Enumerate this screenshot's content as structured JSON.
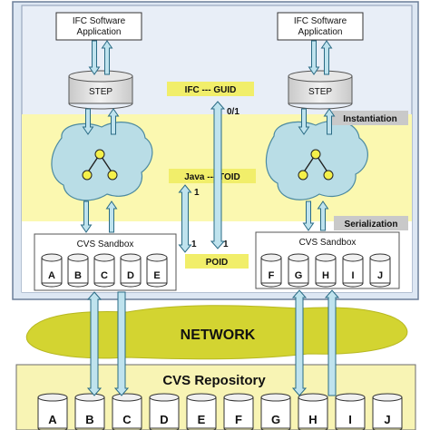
{
  "diagram": {
    "left_app": {
      "line1": "IFC Software",
      "line2": "Application"
    },
    "right_app": {
      "line1": "IFC Software",
      "line2": "Application"
    },
    "left_step": "STEP",
    "right_step": "STEP",
    "guid_label": "IFC --- GUID",
    "toid_label": "Java --- TOID",
    "poid_label": "POID",
    "instantiation": "Instantiation",
    "serialization": "Serialization",
    "cardinality_guid": "0/1",
    "cardinality_toid": "1",
    "cardinality_poid_left": "1",
    "cardinality_poid_right": "1",
    "left_sandbox": {
      "title": "CVS Sandbox",
      "files": [
        "A",
        "B",
        "C",
        "D",
        "E"
      ]
    },
    "right_sandbox": {
      "title": "CVS Sandbox",
      "files": [
        "F",
        "G",
        "H",
        "I",
        "J"
      ]
    },
    "network": "NETWORK",
    "repository": {
      "title": "CVS Repository",
      "files": [
        "A",
        "B",
        "C",
        "D",
        "E",
        "F",
        "G",
        "H",
        "I",
        "J"
      ]
    }
  },
  "colors": {
    "frame_fill": "#dde7f3",
    "yellow_band": "#fbf8b0",
    "cloud_fill": "#b9dde6",
    "node_fill": "#f4f04a",
    "label_fill": "#f1ee6a",
    "network_fill": "#d3d431",
    "arrow_fill": "#bfe3ee",
    "tag_fill": "#c9c9c9"
  }
}
